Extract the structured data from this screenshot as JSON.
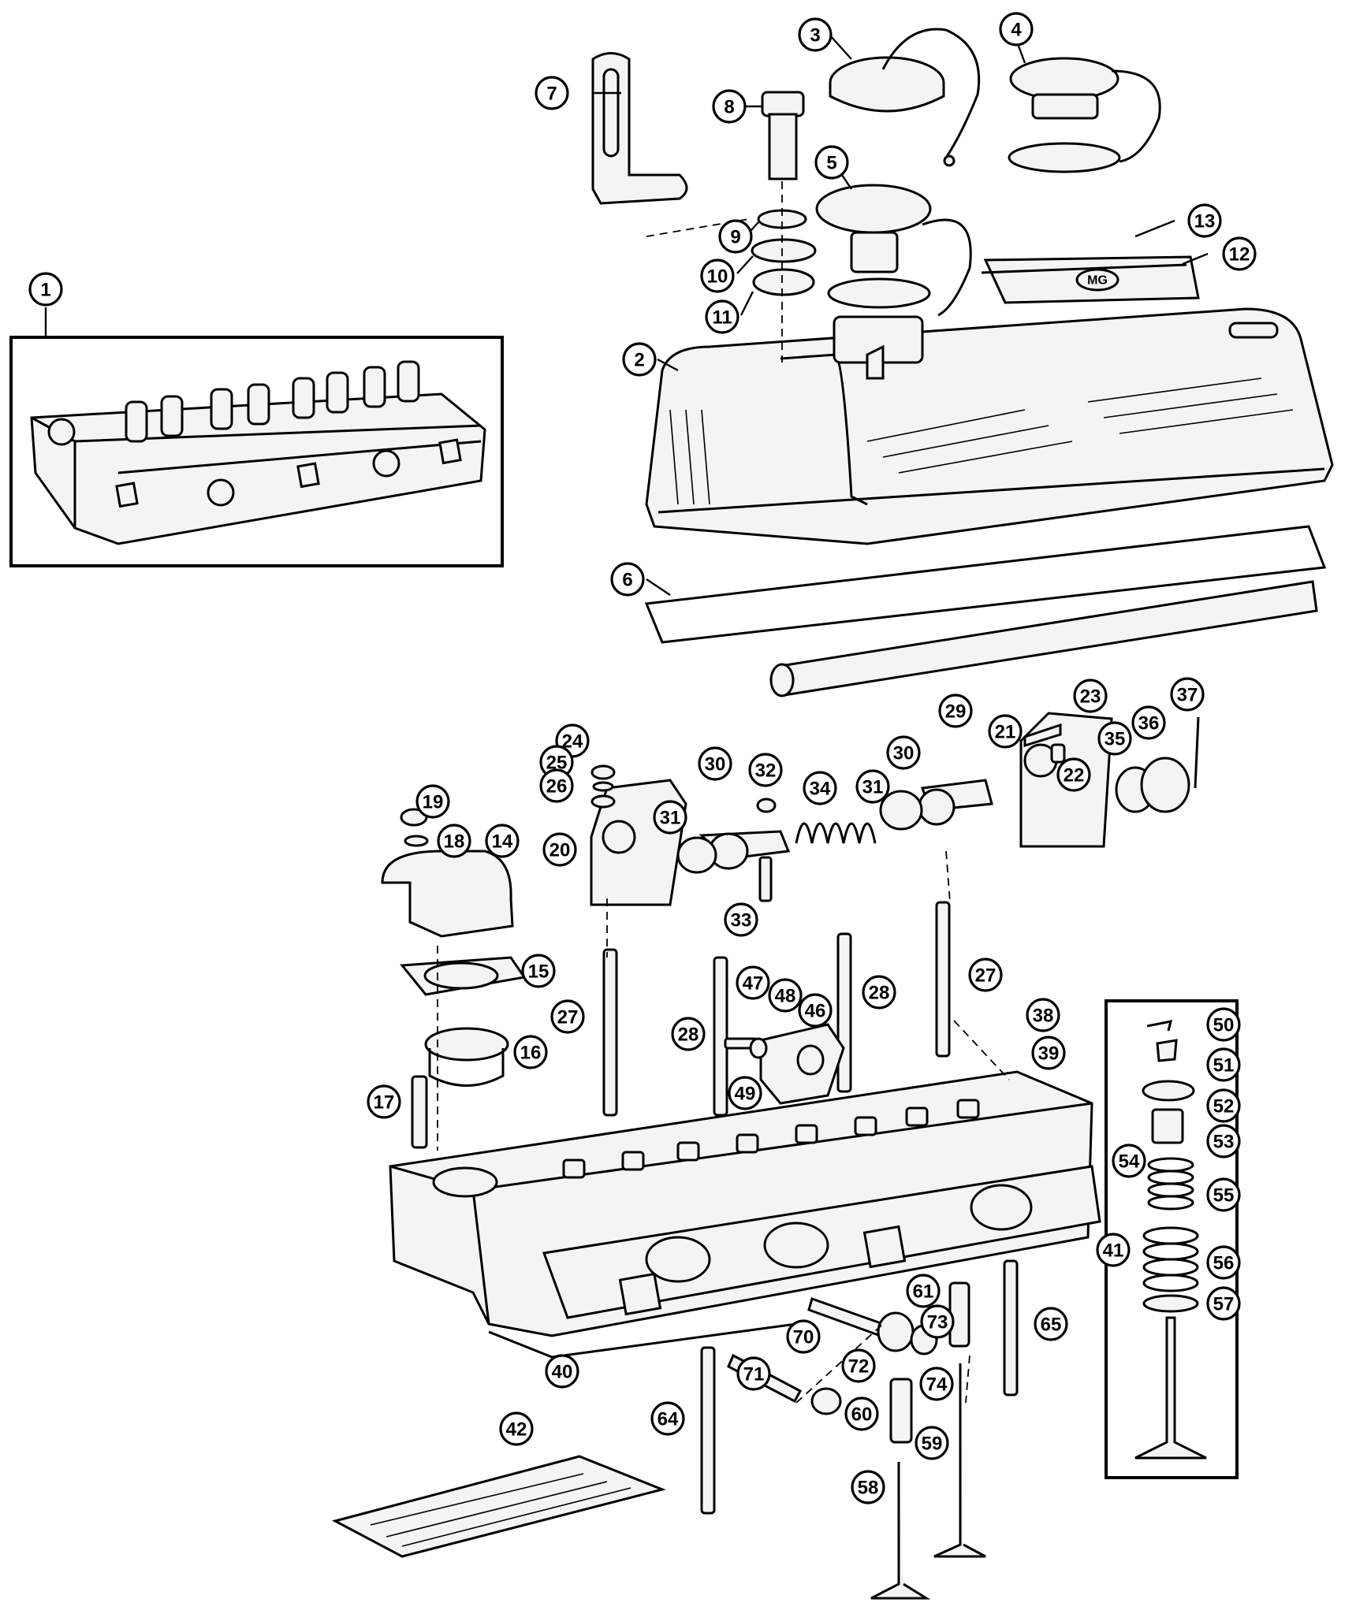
{
  "diagram": {
    "callouts": [
      {
        "id": "1",
        "label": "1"
      },
      {
        "id": "2",
        "label": "2"
      },
      {
        "id": "3",
        "label": "3"
      },
      {
        "id": "4",
        "label": "4"
      },
      {
        "id": "5",
        "label": "5"
      },
      {
        "id": "6",
        "label": "6"
      },
      {
        "id": "7",
        "label": "7"
      },
      {
        "id": "8",
        "label": "8"
      },
      {
        "id": "9",
        "label": "9"
      },
      {
        "id": "10",
        "label": "10"
      },
      {
        "id": "11",
        "label": "11"
      },
      {
        "id": "12",
        "label": "12"
      },
      {
        "id": "13",
        "label": "13"
      },
      {
        "id": "14",
        "label": "14"
      },
      {
        "id": "15",
        "label": "15"
      },
      {
        "id": "16",
        "label": "16"
      },
      {
        "id": "17",
        "label": "17"
      },
      {
        "id": "18",
        "label": "18"
      },
      {
        "id": "19",
        "label": "19"
      },
      {
        "id": "20",
        "label": "20"
      },
      {
        "id": "21",
        "label": "21"
      },
      {
        "id": "22",
        "label": "22"
      },
      {
        "id": "23",
        "label": "23"
      },
      {
        "id": "24",
        "label": "24"
      },
      {
        "id": "25",
        "label": "25"
      },
      {
        "id": "26",
        "label": "26"
      },
      {
        "id": "27a",
        "label": "27"
      },
      {
        "id": "27b",
        "label": "27"
      },
      {
        "id": "28a",
        "label": "28"
      },
      {
        "id": "28b",
        "label": "28"
      },
      {
        "id": "29",
        "label": "29"
      },
      {
        "id": "30a",
        "label": "30"
      },
      {
        "id": "30b",
        "label": "30"
      },
      {
        "id": "31a",
        "label": "31"
      },
      {
        "id": "31b",
        "label": "31"
      },
      {
        "id": "32",
        "label": "32"
      },
      {
        "id": "33",
        "label": "33"
      },
      {
        "id": "34",
        "label": "34"
      },
      {
        "id": "35",
        "label": "35"
      },
      {
        "id": "36",
        "label": "36"
      },
      {
        "id": "37",
        "label": "37"
      },
      {
        "id": "38",
        "label": "38"
      },
      {
        "id": "39",
        "label": "39"
      },
      {
        "id": "40",
        "label": "40"
      },
      {
        "id": "41",
        "label": "41"
      },
      {
        "id": "42",
        "label": "42"
      },
      {
        "id": "46",
        "label": "46"
      },
      {
        "id": "47",
        "label": "47"
      },
      {
        "id": "48",
        "label": "48"
      },
      {
        "id": "49",
        "label": "49"
      },
      {
        "id": "50",
        "label": "50"
      },
      {
        "id": "51",
        "label": "51"
      },
      {
        "id": "52",
        "label": "52"
      },
      {
        "id": "53",
        "label": "53"
      },
      {
        "id": "54",
        "label": "54"
      },
      {
        "id": "55",
        "label": "55"
      },
      {
        "id": "56",
        "label": "56"
      },
      {
        "id": "57",
        "label": "57"
      },
      {
        "id": "58",
        "label": "58"
      },
      {
        "id": "59",
        "label": "59"
      },
      {
        "id": "60",
        "label": "60"
      },
      {
        "id": "61",
        "label": "61"
      },
      {
        "id": "64",
        "label": "64"
      },
      {
        "id": "65",
        "label": "65"
      },
      {
        "id": "70",
        "label": "70"
      },
      {
        "id": "71",
        "label": "71"
      },
      {
        "id": "72",
        "label": "72"
      },
      {
        "id": "73",
        "label": "73"
      },
      {
        "id": "74",
        "label": "74"
      }
    ],
    "rocker_cover_badge": "MG"
  }
}
